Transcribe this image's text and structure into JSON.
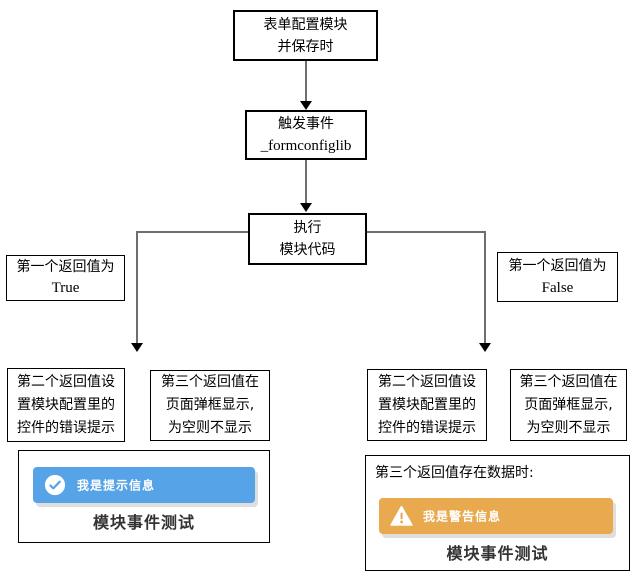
{
  "nodes": {
    "start": {
      "lines": [
        "表单配置模块",
        "并保存时"
      ]
    },
    "trigger": {
      "title": "触发事件",
      "code": "_formconfiglib"
    },
    "execute": {
      "lines": [
        "执行",
        "模块代码"
      ]
    },
    "cond_true": {
      "label": "第一个返回值为",
      "value": "True"
    },
    "cond_false": {
      "label": "第一个返回值为",
      "value": "False"
    },
    "left_second": {
      "lines": [
        "第二个返回值设",
        "置模块配置里的",
        "控件的错误提示"
      ]
    },
    "left_third": {
      "lines": [
        "第三个返回值在",
        "页面弹框显示,",
        "为空则不显示"
      ]
    },
    "right_second": {
      "lines": [
        "第二个返回值设",
        "置模块配置里的",
        "控件的错误提示"
      ]
    },
    "right_third": {
      "lines": [
        "第三个返回值在",
        "页面弹框显示,",
        "为空则不显示"
      ]
    }
  },
  "left_panel": {
    "toast": {
      "message": "我是提示信息",
      "icon": "check-circle-icon",
      "color": "#57a3e8"
    },
    "title": "模块事件测试"
  },
  "right_panel": {
    "caption": "第三个返回值存在数据时:",
    "toast": {
      "message": "我是警告信息",
      "icon": "warning-triangle-icon",
      "color": "#e9a94f"
    },
    "title": "模块事件测试"
  },
  "colors": {
    "info_toast": "#57a3e8",
    "warning_toast": "#e9a94f",
    "connector": "#6e6e6e",
    "box_border": "#000000",
    "panel_title_text": "#333333"
  }
}
